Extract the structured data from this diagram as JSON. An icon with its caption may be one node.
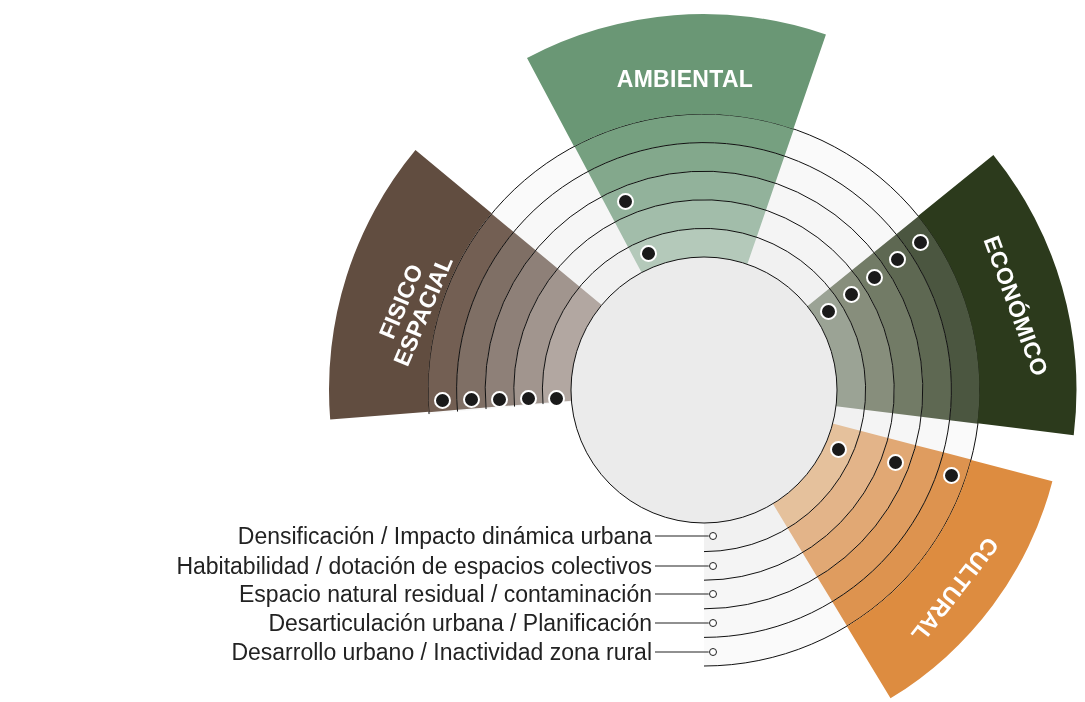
{
  "diagram": {
    "nodes": [
      {
        "text": [
          "AMBIENTAL"
        ]
      },
      {
        "text": [
          "FISICO ESPACIAL"
        ]
      },
      {
        "text": [
          "ECONÓMICO"
        ]
      },
      {
        "text": [
          "CULTURAL"
        ]
      },
      {
        "text": [],
        "shape": "circle"
      },
      {
        "text": [],
        "shape": "circle"
      },
      {
        "text": [],
        "shape": "circle"
      },
      {
        "text": [],
        "shape": "circle"
      },
      {
        "text": [],
        "shape": "circle"
      },
      {
        "text": [],
        "shape": "circle"
      },
      {
        "text": [],
        "shape": "circle"
      },
      {
        "text": [],
        "shape": "circle"
      },
      {
        "text": [],
        "shape": "circle"
      },
      {
        "text": [],
        "shape": "circle"
      },
      {
        "text": [],
        "shape": "circle"
      },
      {
        "text": [],
        "shape": "circle"
      },
      {
        "text": [],
        "shape": "circle"
      },
      {
        "text": [],
        "shape": "circle"
      },
      {
        "text": [],
        "shape": "circle"
      },
      {
        "text": [
          "Densificación / Impacto dinámica urbana"
        ]
      },
      {
        "text": [
          "Habitabilidad / dotación de espacios colectivos"
        ]
      },
      {
        "text": [
          "Espacio natural residual / contaminación"
        ]
      },
      {
        "text": [
          "Desarticulación urbana / Planificación"
        ]
      },
      {
        "text": [
          "Desarrollo urbano / Inactividad zona rural"
        ]
      },
      {
        "text": [],
        "shape": "circle"
      },
      {
        "text": [],
        "shape": "circle"
      },
      {
        "text": [],
        "shape": "circle"
      },
      {
        "text": [],
        "shape": "circle"
      },
      {
        "text": [],
        "shape": "circle"
      }
    ],
    "edges": [
      {
        "from": 19,
        "to": 24,
        "arrow": "none"
      },
      {
        "from": 20,
        "to": 25,
        "arrow": "none"
      },
      {
        "from": 21,
        "to": 26,
        "arrow": "none"
      },
      {
        "from": 22,
        "to": 27,
        "arrow": "none"
      },
      {
        "from": 23,
        "to": 28,
        "arrow": "none"
      }
    ]
  }
}
